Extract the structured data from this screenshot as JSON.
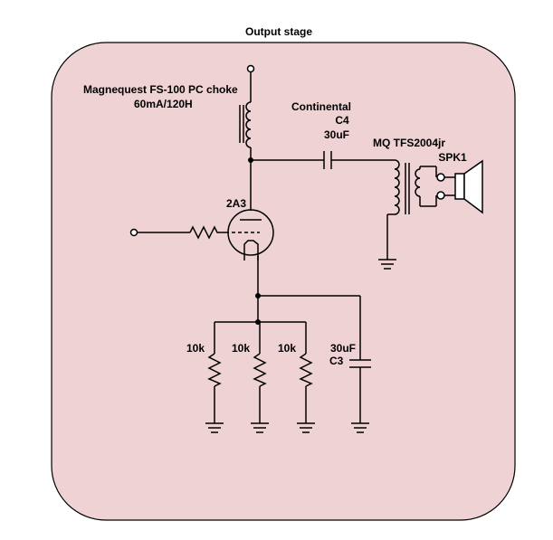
{
  "title": "Output stage",
  "colors": {
    "panel_fill": "#efd2d4",
    "panel_stroke": "#000000",
    "wire": "#000000"
  },
  "labels": {
    "choke_line1": "Magnequest FS-100 PC choke",
    "choke_line2": "60mA/120H",
    "coupling_cap_maker": "Continental",
    "coupling_cap_ref": "C4",
    "coupling_cap_value": "30uF",
    "transformer": "MQ TFS2004jr",
    "speaker": "SPK1",
    "tube": "2A3",
    "r1_value": "10k",
    "r2_value": "10k",
    "r3_value": "10k",
    "bypass_cap_value": "30uF",
    "bypass_cap_ref": "C3"
  }
}
